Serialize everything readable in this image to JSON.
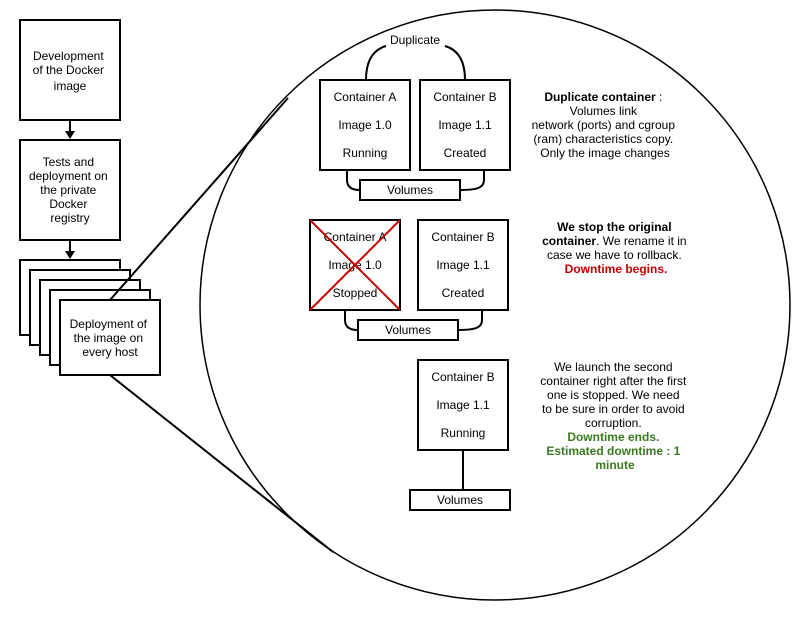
{
  "flow": {
    "step1": [
      "Development",
      "of the Docker",
      "image"
    ],
    "step2": [
      "Tests and",
      "deployment on",
      "the private",
      "Docker",
      "registry"
    ],
    "step3": [
      "Deployment of",
      "the image on",
      "every host"
    ]
  },
  "row1": {
    "duplicate_label": "Duplicate",
    "container_a": {
      "name": "Container A",
      "image": "Image 1.0",
      "state": "Running"
    },
    "container_b": {
      "name": "Container B",
      "image": "Image 1.1",
      "state": "Created"
    },
    "volumes": "Volumes",
    "note": {
      "bold": "Duplicate container",
      "rest": " :",
      "lines": [
        "Volumes link",
        "network (ports) and cgroup",
        "(ram) characteristics copy.",
        "Only the image changes"
      ]
    }
  },
  "row2": {
    "container_a": {
      "name": "Container A",
      "image": "Image 1.0",
      "state": "Stopped"
    },
    "container_b": {
      "name": "Container B",
      "image": "Image 1.1",
      "state": "Created"
    },
    "volumes": "Volumes",
    "note": {
      "bold_line1": "We stop the original",
      "bold_line2": "container",
      "rest_line2": ". We rename it in",
      "line3": "case we have to rollback.",
      "red": "Downtime begins.",
      "red_color": "#c00000"
    }
  },
  "row3": {
    "container_b": {
      "name": "Container B",
      "image": "Image 1.1",
      "state": "Running"
    },
    "volumes": "Volumes",
    "note": {
      "lines": [
        "We launch the second",
        "container right after the first",
        "one is stopped. We need",
        "to be sure in order to avoid",
        "corruption."
      ],
      "green_lines": [
        "Downtime ends.",
        "Estimated downtime : 1",
        "minute"
      ],
      "green_color": "#3a7a1e"
    }
  }
}
